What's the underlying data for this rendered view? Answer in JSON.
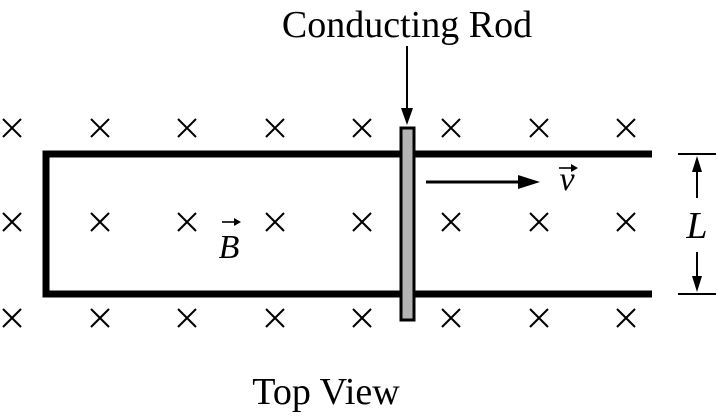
{
  "figure": {
    "caption_top": "Conducting Rod",
    "caption_bottom": "Top View",
    "velocity_label": "v",
    "field_label": "B",
    "length_label": "L"
  },
  "colors": {
    "ink": "#000000",
    "rod_fill": "#b3b3b3",
    "background": "#ffffff"
  },
  "symbols": {
    "field_marker": "×"
  }
}
